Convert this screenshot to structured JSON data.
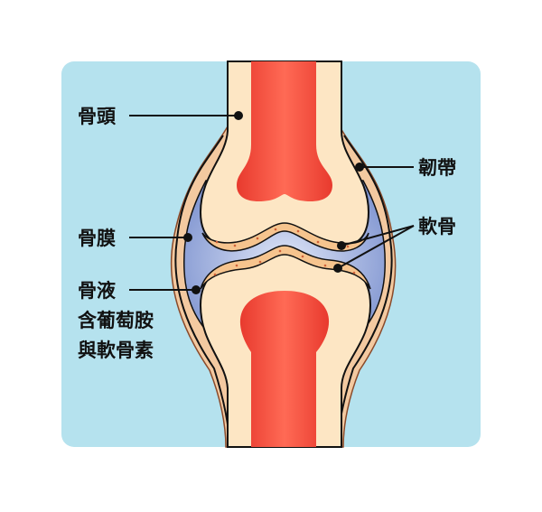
{
  "diagram": {
    "labels": {
      "bone_head": "骨頭",
      "ligament": "韌帶",
      "periosteum": "骨膜",
      "cartilage": "軟骨",
      "synovial_fluid_line1": "骨液",
      "synovial_fluid_line2": "含葡萄胺",
      "synovial_fluid_line3": "與軟骨素"
    },
    "colors": {
      "background": "#b5e2ee",
      "bone": "#fde6c4",
      "marrow": "#f0473a",
      "synovial": "#8ea3d8",
      "cartilage": "#f6c48e",
      "ligament": "#e8a070"
    }
  }
}
